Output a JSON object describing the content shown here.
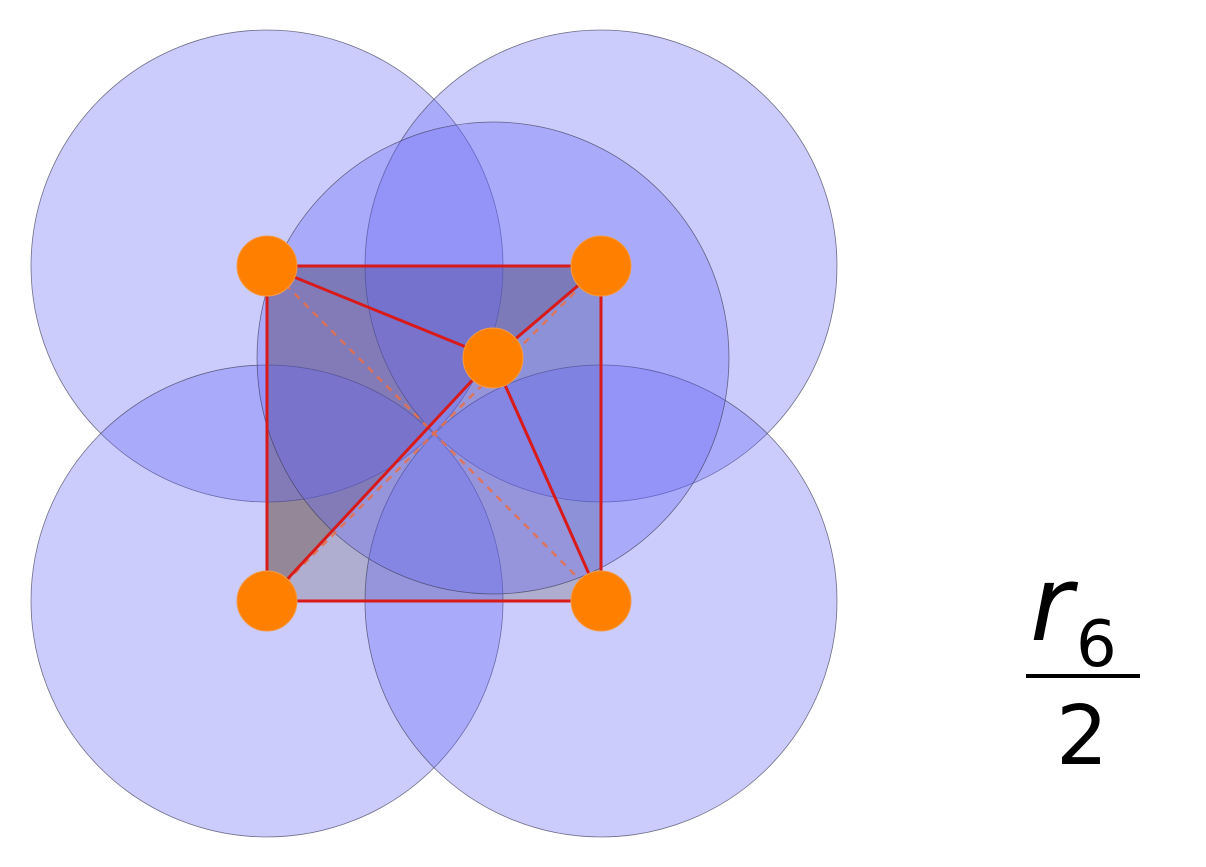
{
  "formula": {
    "numerator": "r",
    "subscript": "6",
    "denominator": "2"
  },
  "colors": {
    "sphere_fill": "#6464f5",
    "edge": "#d81a1a",
    "vertex": "#ff8000",
    "face_left": "#a28e5a",
    "face_top": "#9a9a74",
    "face_right": "#b8c4b0",
    "face_bottom": "#d6d2c0"
  }
}
